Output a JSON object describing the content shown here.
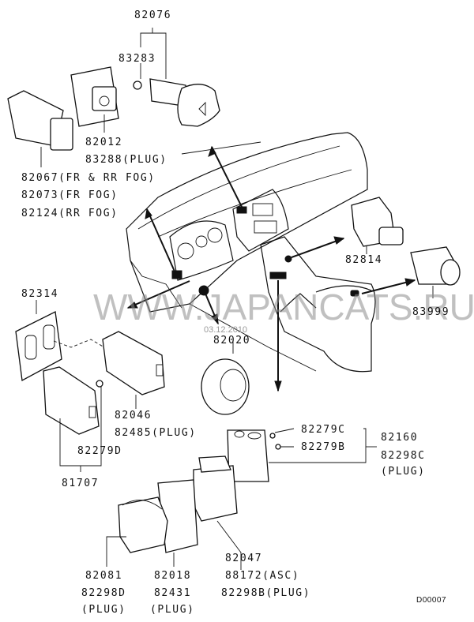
{
  "diagram": {
    "title_code": "D00007",
    "watermark": "WWW.JAPANCATS.RU",
    "date_stamp": "03.12.2010",
    "callouts": {
      "c82076": "82076",
      "c83283": "83283",
      "c82012": "82012",
      "c83288": "83288(PLUG)",
      "c82067": "82067(FR & RR FOG)",
      "c82073": "82073(FR FOG)",
      "c82124": "82124(RR FOG)",
      "c82814": "82814",
      "c83999": "83999",
      "c82314": "82314",
      "c82020": "82020",
      "c82046": "82046",
      "c82485": "82485(PLUG)",
      "c82279D": "82279D",
      "c81707": "81707",
      "c82279C": "82279C",
      "c82279B": "82279B",
      "c82160": "82160",
      "c82298C": "82298C",
      "c82298C_plug": "(PLUG)",
      "c82047": "82047",
      "c88172": "88172(ASC)",
      "c82298B": "82298B(PLUG)",
      "c82081": "82081",
      "c82298D": "82298D",
      "c82298D_plug": "(PLUG)",
      "c82018": "82018",
      "c82431": "82431",
      "c82431_plug": "(PLUG)"
    }
  }
}
